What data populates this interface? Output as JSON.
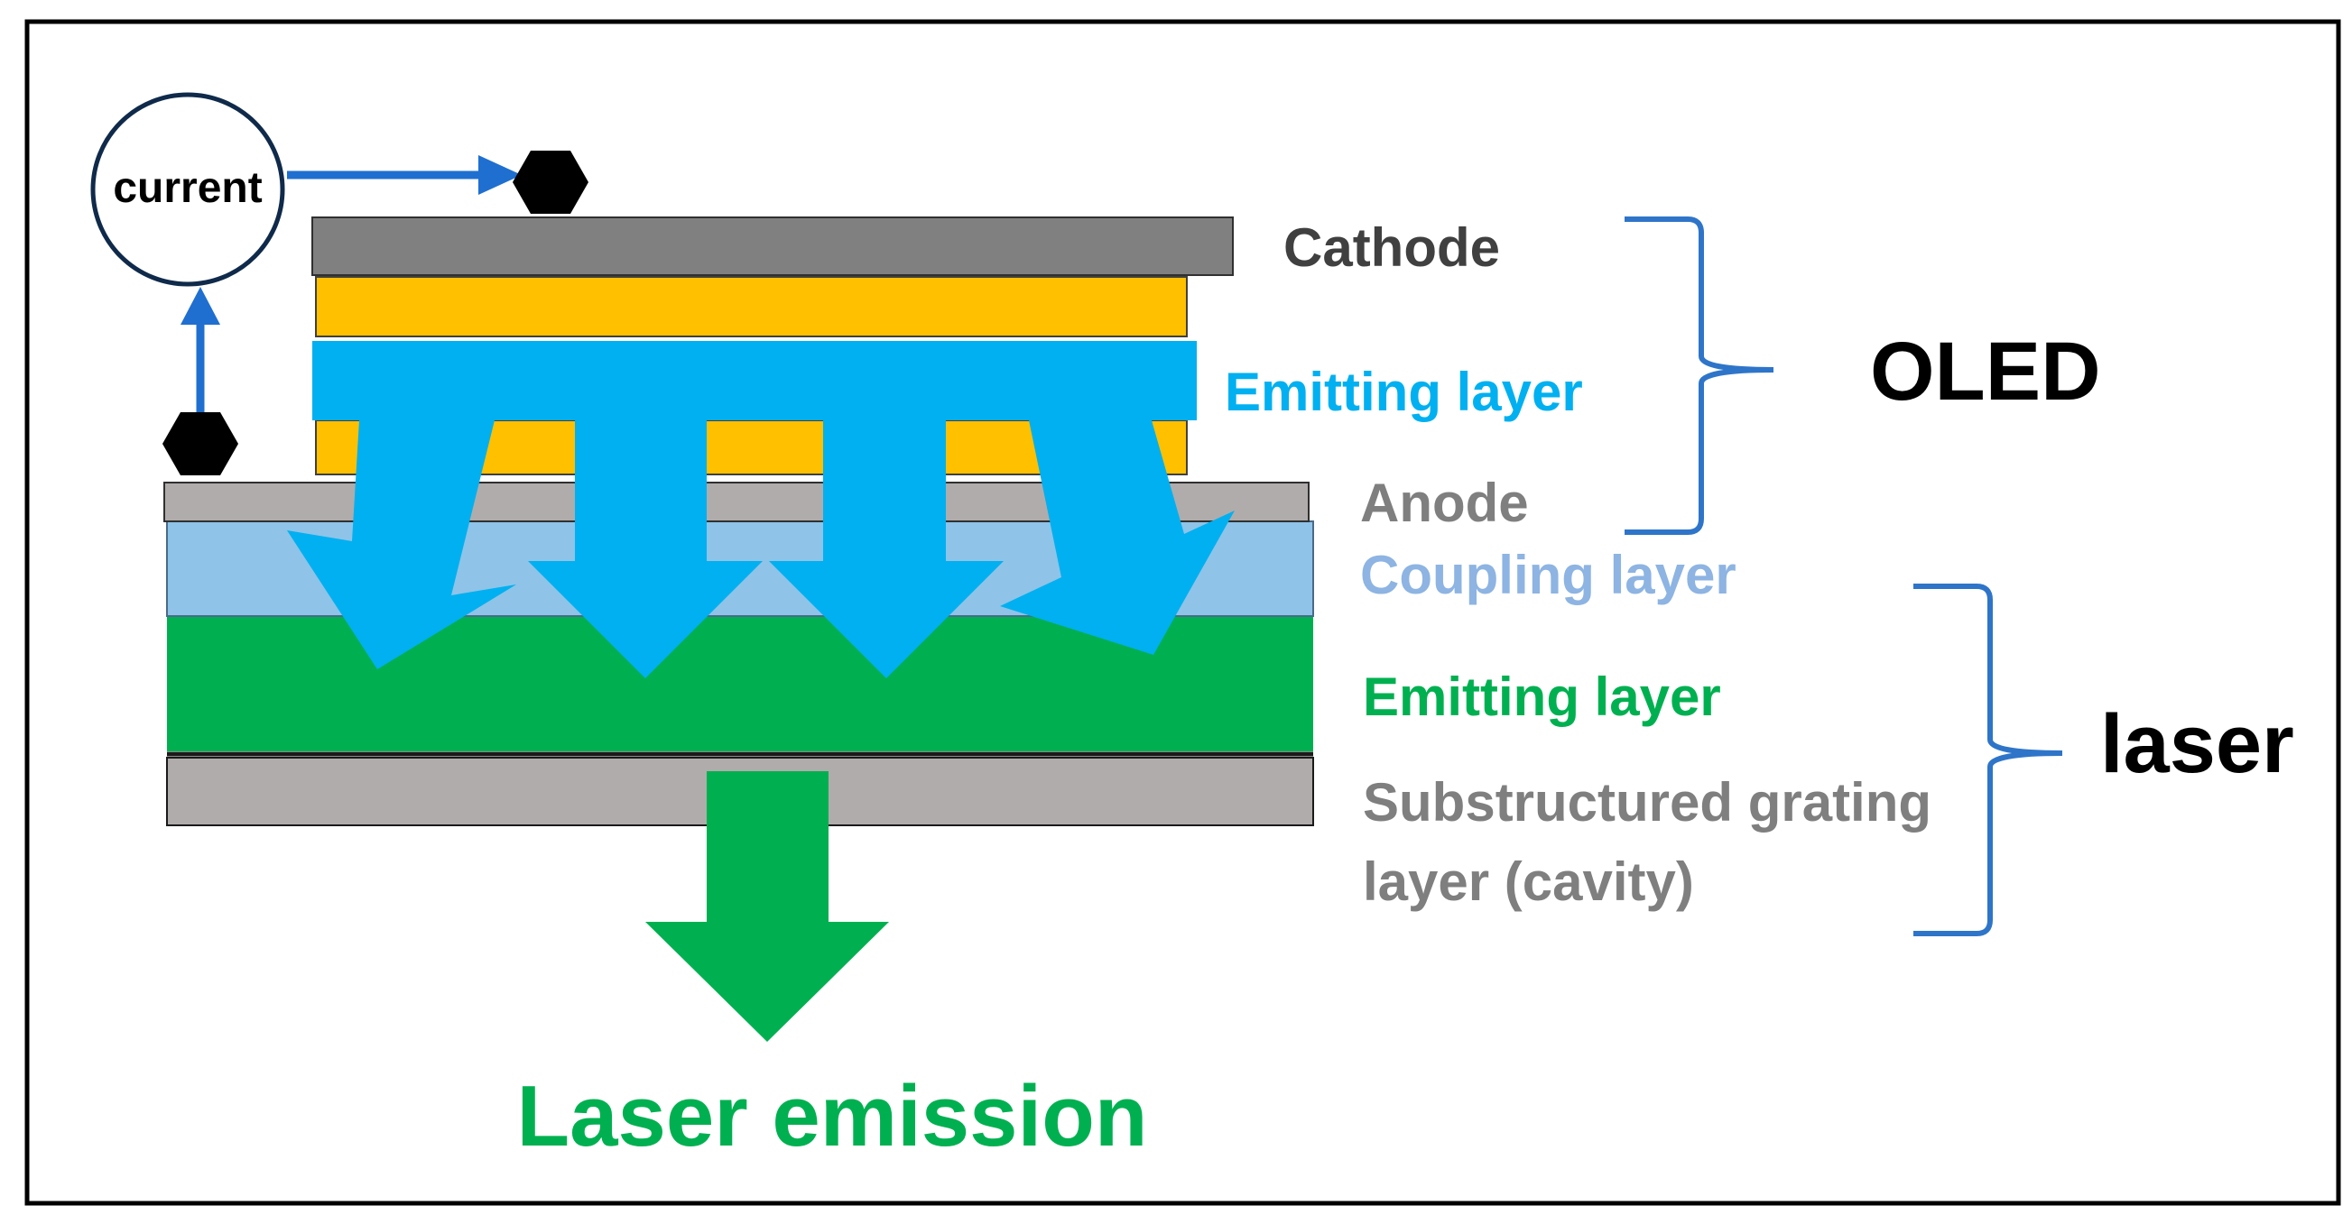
{
  "current_label": "current",
  "labels": {
    "cathode": "Cathode",
    "emitting_top": "Emitting layer",
    "anode": "Anode",
    "coupling": "Coupling layer",
    "emitting_bottom": "Emitting layer",
    "grating_line1": "Substructured grating",
    "grating_line2": "layer (cavity)",
    "oled": "OLED",
    "laser": "laser",
    "laser_emission": "Laser emission"
  },
  "colors": {
    "cathode": "#808080",
    "orange_layer": "#FFC000",
    "emitting_blue": "#00B0F0",
    "anode": "#B0ACAB",
    "coupling": "#8FC3E8",
    "emitting_green": "#00B050",
    "grating": "#B0ACAB",
    "wire": "#1F6FD0",
    "bracket": "#2E75C9",
    "label_gray_dark": "#404040",
    "label_gray": "#7F7F7F",
    "label_coupling": "#8DB4E2"
  },
  "icons": [
    "hexagon-terminal-icon",
    "current-source-icon",
    "arrow-icon",
    "bracket-icon"
  ]
}
